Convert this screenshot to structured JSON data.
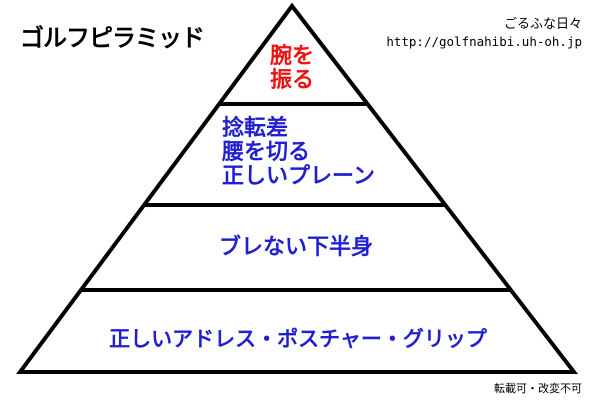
{
  "title": "ゴルフピラミッド",
  "site": {
    "name": "ごるふな日々",
    "url": "http://golfnahibi.uh-oh.jp"
  },
  "colors": {
    "top_text": "#ee1111",
    "tier_text": "#2020d0",
    "outline": "#000000"
  },
  "tiers": [
    {
      "lines": [
        "腕を",
        "振る"
      ]
    },
    {
      "lines": [
        "捻転差",
        "腰を切る",
        "正しいプレーン"
      ]
    },
    {
      "lines": [
        "ブレない下半身"
      ]
    },
    {
      "lines": [
        "正しいアドレス・ポスチャー・グリップ"
      ]
    }
  ],
  "copyright": "転載可・改変不可"
}
